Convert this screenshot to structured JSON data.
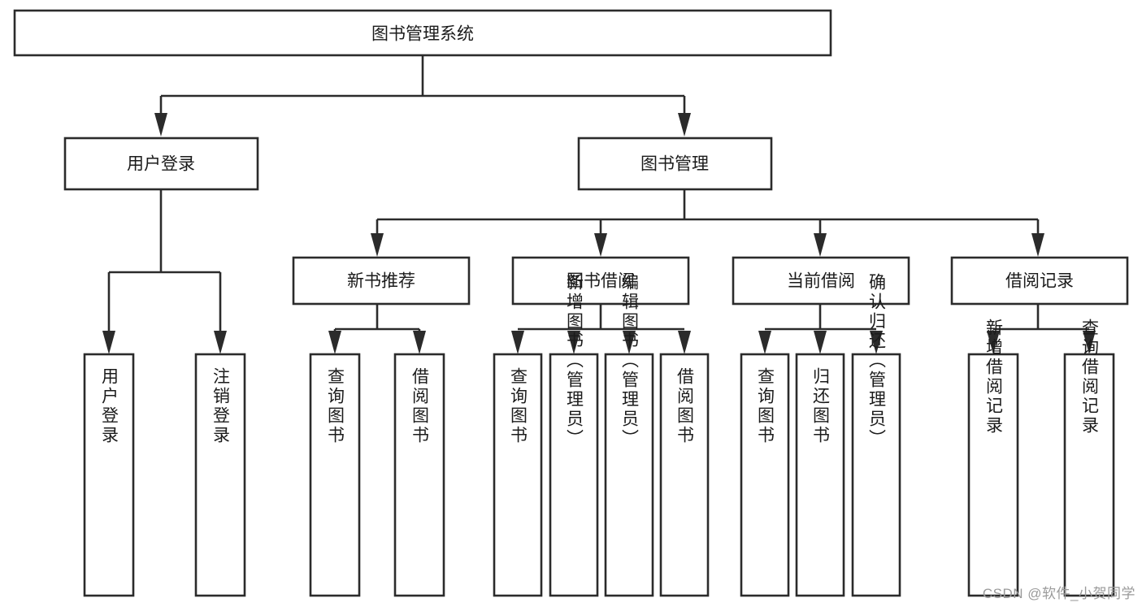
{
  "diagram": {
    "title": "图书管理系统",
    "type": "tree",
    "colors": {
      "box_stroke": "#2b2b2b",
      "box_fill": "#ffffff",
      "text": "#1b1b1b",
      "watermark": "#9a9a9a",
      "background": "#ffffff"
    },
    "root": {
      "label": "图书管理系统"
    },
    "level2": [
      {
        "label": "用户登录"
      },
      {
        "label": "图书管理"
      }
    ],
    "level3": [
      {
        "label": "新书推荐"
      },
      {
        "label": "图书借阅"
      },
      {
        "label": "当前借阅"
      },
      {
        "label": "借阅记录"
      }
    ],
    "leaves": {
      "user_login": [
        {
          "label": "用户登录"
        },
        {
          "label": "注销登录"
        }
      ],
      "new_book_recommend": [
        {
          "label": "查询图书"
        },
        {
          "label": "借阅图书"
        }
      ],
      "book_borrow": [
        {
          "label": "查询图书"
        },
        {
          "label": "新增图书（管理员）"
        },
        {
          "label": "编辑图书（管理员）"
        },
        {
          "label": "借阅图书"
        }
      ],
      "current_borrow": [
        {
          "label": "查询图书"
        },
        {
          "label": "归还图书"
        },
        {
          "label": "确认归还（管理员）"
        }
      ],
      "borrow_record": [
        {
          "label": "新增借阅记录"
        },
        {
          "label": "查询借阅记录"
        }
      ]
    },
    "watermark": "CSDN @软件_小贺同学"
  }
}
